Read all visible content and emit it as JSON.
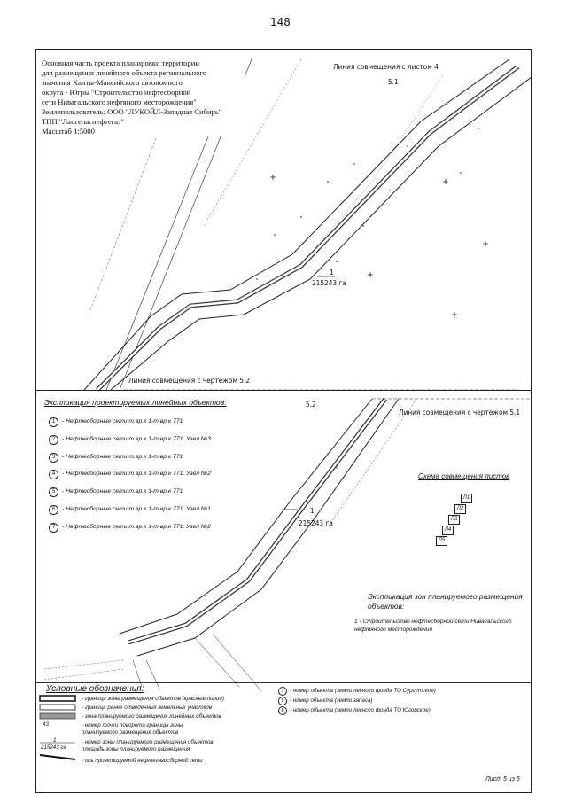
{
  "page_number": "148",
  "title_block": {
    "lines": [
      "Основная часть проекта планировки территории",
      "для размещения линейного объекта регионального",
      "значения Ханты-Мансийского автономного",
      "округа - Югры \"Строительство нефтесборной",
      "сети Нивагальского нефтяного месторождения\"",
      "Землепользователь: ООО \"ЛУКОЙЛ-Западная Сибирь\"",
      "ТПП \"Лангепаснефтегаз\"",
      "Масштаб 1:5000"
    ]
  },
  "map_labels": {
    "match_line_top": "Линия совмещения с листом 4",
    "sheet_51": "5.1",
    "zone_number_1": "1",
    "zone_area_1": "215243 га",
    "match_line_bottom_top": "Линия совмещения с чертежом 5.2",
    "sheet_52": "5.2",
    "match_line_bottom_right": "Линия совмещения с чертежом 5.1",
    "zone_number_2": "1",
    "zone_area_2": "215243 га"
  },
  "linear_objects": {
    "title": "Экспликация проектируемых линейных объектов:",
    "items": [
      {
        "num": "1",
        "text": "- Нефтесборные сети т.вр.к 1-т.вр.к 771"
      },
      {
        "num": "2",
        "text": "- Нефтесборные сети т.вр.к 1-т.вр.к 771. Узел №3"
      },
      {
        "num": "3",
        "text": "- Нефтесборные сети т.вр.к 1-т.вр.к 771"
      },
      {
        "num": "4",
        "text": "- Нефтесборные сети т.вр.к 1-т.вр.к 771. Узел №2"
      },
      {
        "num": "5",
        "text": "- Нефтесборные сети т.вр.к 1-т.вр.к 771"
      },
      {
        "num": "6",
        "text": "- Нефтесборные сети т.вр.к 1-т.вр.к 771. Узел №1"
      },
      {
        "num": "7",
        "text": "- Нефтесборные сети т.вр.к 1-т.вр.к 771. Узел №2"
      }
    ]
  },
  "scheme": {
    "title": "Схема совмещения листов",
    "cells": [
      "Л1",
      "Л2",
      "Л3",
      "Л4",
      "Л5"
    ]
  },
  "zones": {
    "title": "Экспликация зон планируемого размещения объектов:",
    "item_num": "1",
    "item_text": "- Строительство нефтесборной сети Нивагальского нефтяного месторождения"
  },
  "conventions": {
    "title": "Условные обозначения:",
    "items": [
      "- граница зоны размещения объектов (красные линии)",
      "- граница ранее отведенных земельных участков",
      "- зона планируемого размещения линейных объектов",
      "- номер точки поворота границы зоны планируемого размещения объектов",
      "- номер зоны планируемого размещения объектов площадь зоны планируемого размещения",
      "- ось проектируемой нефтегазосборной сети"
    ],
    "point_example": "43",
    "zone_example_num": "1",
    "zone_example_area": "215243 га",
    "right_items": [
      {
        "num": "1",
        "text": "- номер объекта (земли лесного фонда ТО Сургутское)"
      },
      {
        "num": "5",
        "text": "- номер объекта (земли запаса)"
      },
      {
        "num": "8",
        "text": "- номер объекта (земли лесного фонда ТО Югорское)"
      }
    ]
  },
  "sheet_number": "Лист 5 из 5",
  "colors": {
    "ink": "#111111",
    "hatch": "#333333"
  }
}
